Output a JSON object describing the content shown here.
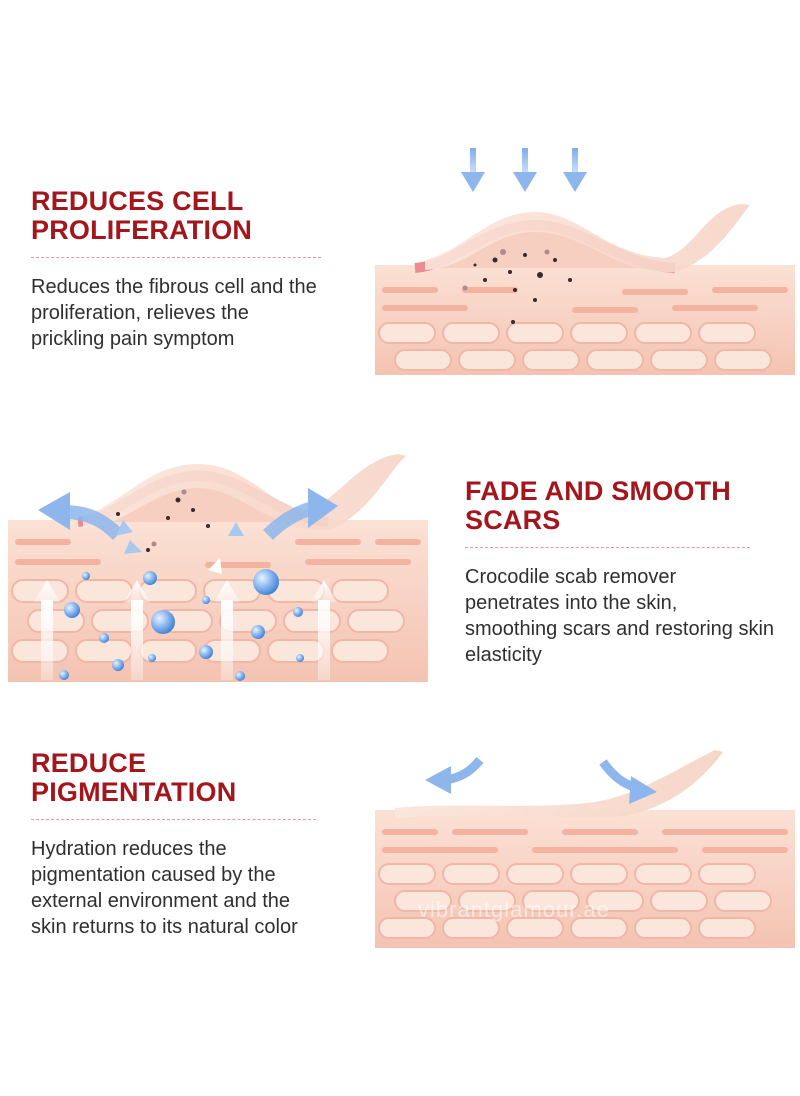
{
  "sections": [
    {
      "title_line1": "REDUCES CELL",
      "title_line2": "PROLIFERATION",
      "description": "Reduces the fibrous cell and the proliferation, relieves the prickling pain symptom"
    },
    {
      "title_line1": "FADE AND SMOOTH",
      "title_line2": "SCARS",
      "description": "Crocodile scab remover penetrates into the skin, smoothing scars and restoring skin elasticity"
    },
    {
      "title_line1": "REDUCE",
      "title_line2": "PIGMENTATION",
      "description": "Hydration reduces the pigmentation caused by the external environment and the skin returns to its natural color"
    }
  ],
  "watermark": "vibrantglamour.ae",
  "colors": {
    "title": "#a3161b",
    "text": "#2f2f2f",
    "skin": "#f8d3c4",
    "skin_dark": "#f2b9a8",
    "cell": "#fbe3d8",
    "arrow_blue": "#9fc3f0"
  }
}
